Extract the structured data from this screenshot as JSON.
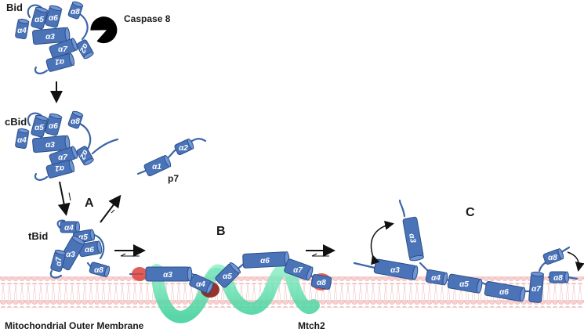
{
  "labels": {
    "bid": "Bid",
    "caspase8": "Caspase 8",
    "cbid": "cBid",
    "tbid": "tBid",
    "p7": "p7",
    "step_a": "A",
    "step_b": "B",
    "step_c": "C",
    "membrane": "Mitochondrial Outer Membrane",
    "mtch2": "Mtch2"
  },
  "helix_labels": {
    "a1": "α1",
    "a2": "α2",
    "a3": "α3",
    "a4": "α4",
    "a5": "α5",
    "a6": "α6",
    "a7": "α7",
    "a8": "α8"
  },
  "colors": {
    "helix": "#4b74b8",
    "helix_cap": "#6f95d4",
    "membrane_head": "#f6c8c8",
    "mtch2": "#4fd6a6",
    "anchor_red": "#d9443b",
    "caspase": "#000000"
  }
}
